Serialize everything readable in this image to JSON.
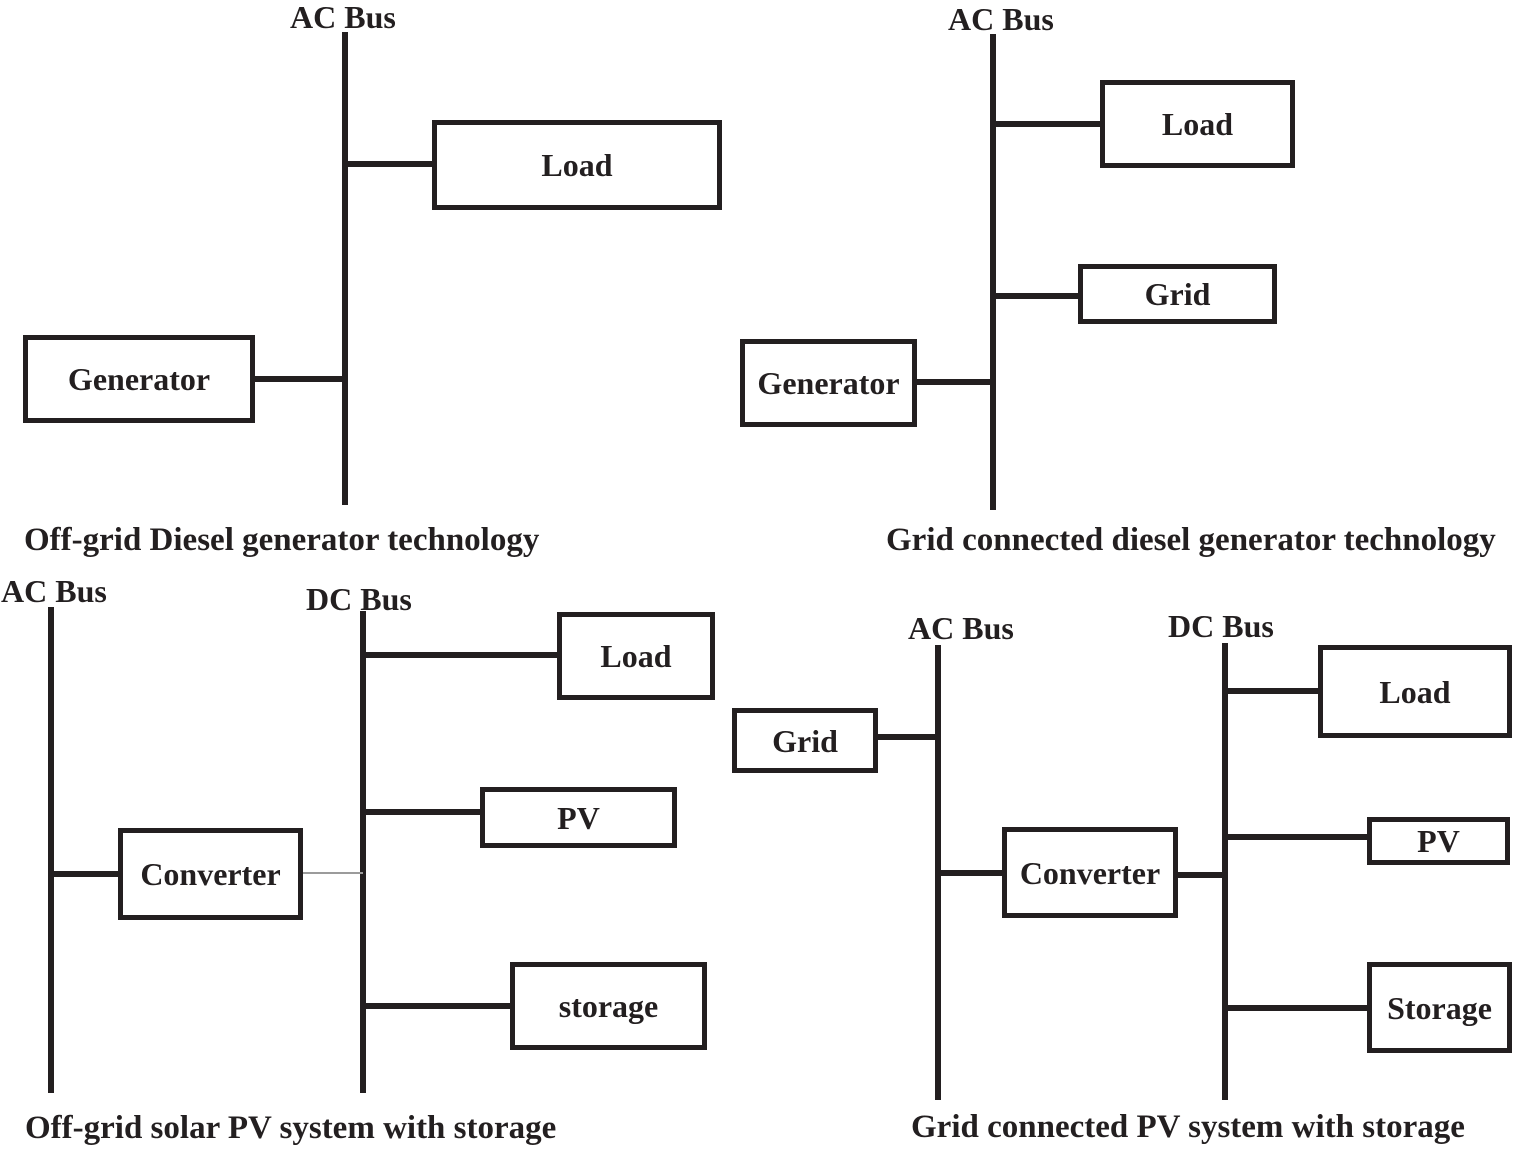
{
  "colors": {
    "ink": "#231f20",
    "thin_link": "#9b9b9b",
    "background": "#ffffff"
  },
  "quadrants": {
    "top_left": {
      "caption": "Off-grid Diesel generator technology",
      "ac_bus_label": "AC Bus",
      "load_label": "Load",
      "generator_label": "Generator"
    },
    "top_right": {
      "caption": "Grid connected diesel generator technology",
      "ac_bus_label": "AC Bus",
      "load_label": "Load",
      "grid_label": "Grid",
      "generator_label": "Generator"
    },
    "bottom_left": {
      "caption": "Off-grid solar PV system with storage",
      "ac_bus_label": "AC Bus",
      "dc_bus_label": "DC Bus",
      "load_label": "Load",
      "pv_label": "PV",
      "converter_label": "Converter",
      "storage_label": "storage"
    },
    "bottom_right": {
      "caption": "Grid connected PV system with storage",
      "ac_bus_label": "AC Bus",
      "dc_bus_label": "DC Bus",
      "grid_label": "Grid",
      "load_label": "Load",
      "pv_label": "PV",
      "converter_label": "Converter",
      "storage_label": "Storage"
    }
  }
}
